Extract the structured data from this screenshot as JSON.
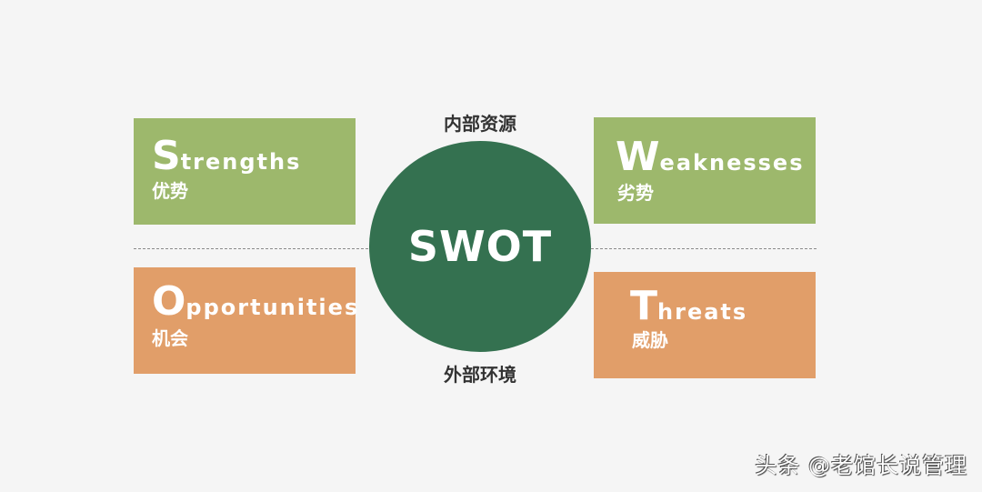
{
  "center": {
    "label": "SWOT",
    "top_caption": "内部资源",
    "bottom_caption": "外部环境"
  },
  "quadrants": [
    {
      "key": "strengths",
      "cap": "S",
      "rest": "trengths",
      "cn": "优势",
      "color": "#9db86c"
    },
    {
      "key": "weaknesses",
      "cap": "W",
      "rest": "eaknesses",
      "cn": "劣势",
      "color": "#9db86c"
    },
    {
      "key": "opportunities",
      "cap": "O",
      "rest": "pportunities",
      "cn": "机会",
      "color": "#e19e69"
    },
    {
      "key": "threats",
      "cap": "T",
      "rest": "hreats",
      "cn": "威胁",
      "color": "#e19e69"
    }
  ],
  "colors": {
    "circle": "#347150",
    "background": "#f5f5f5",
    "green": "#9db86c",
    "orange": "#e19e69"
  },
  "watermark": "头条 @老馆长说管理"
}
